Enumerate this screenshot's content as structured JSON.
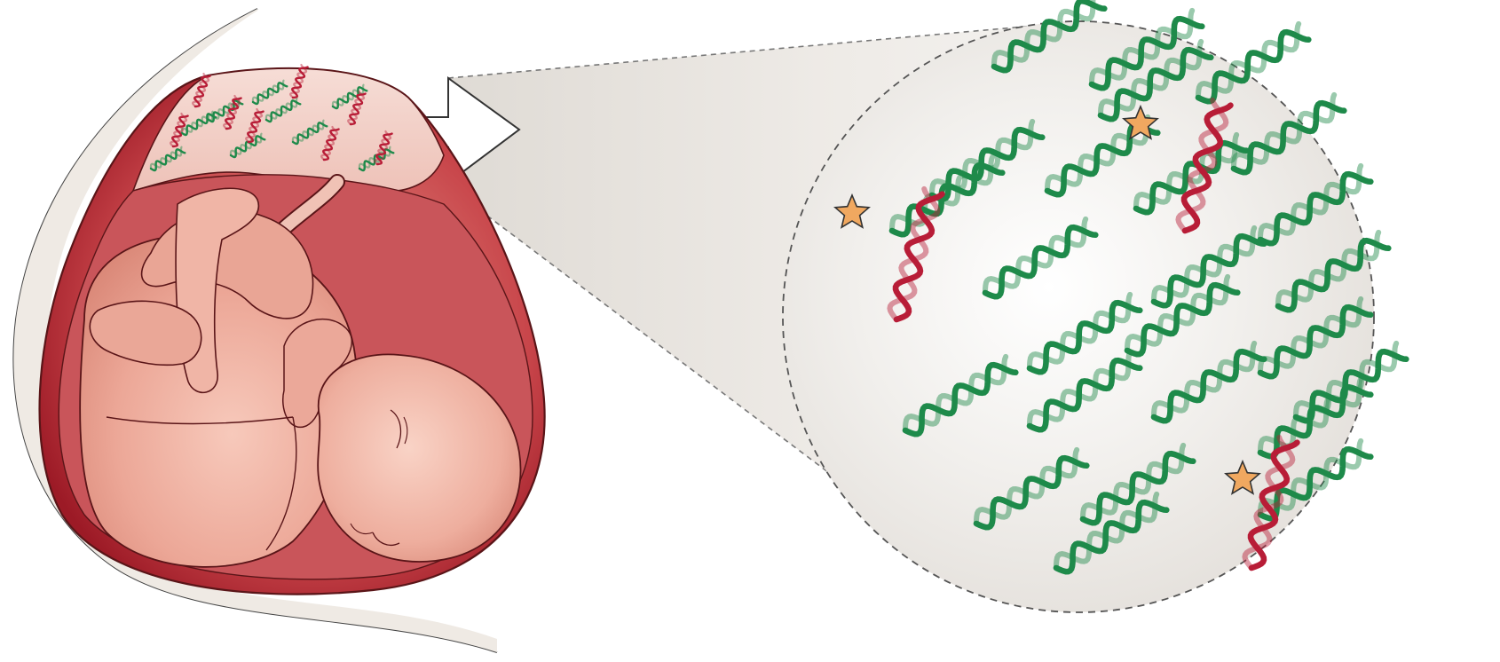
{
  "figure": {
    "panels": [
      "maternal-abdomen-with-fetus",
      "magnified-plasma-dna-view"
    ],
    "colors": {
      "background": "#ffffff",
      "abdomen_skin": "#efeae4",
      "uterus_wall": "#a8202a",
      "fetus_skin": "#e7a392",
      "placenta": "#f0cfc8",
      "magnifier_fill": "#efedea",
      "maternal_dna": "#1e8a4a",
      "fetal_dna": "#b81d37",
      "marker_star": "#f0a860"
    },
    "magnified_view": {
      "maternal_dna_count": 25,
      "fetal_dna_count": 3,
      "fetal_dna_marker": "star-icon"
    },
    "placenta_dna": {
      "maternal_dna_count": 9,
      "fetal_dna_count": 8
    }
  }
}
